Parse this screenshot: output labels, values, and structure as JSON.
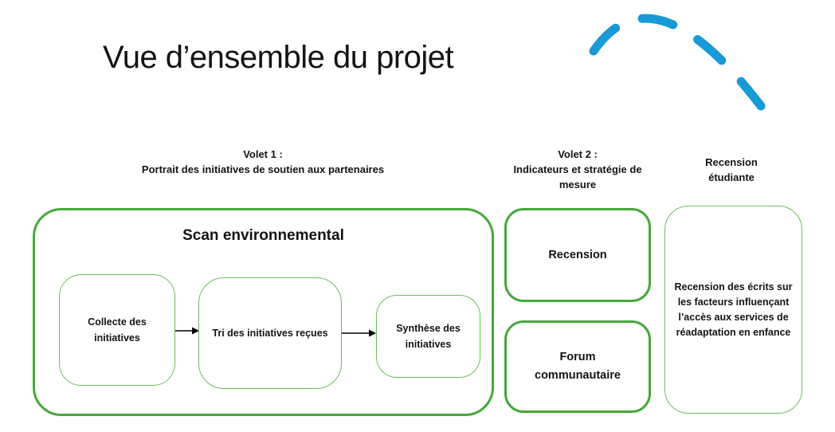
{
  "slide": {
    "title": "Vue d’ensemble du projet"
  },
  "colors": {
    "green_strong": "#46a73c",
    "green_light": "#6cbe5c",
    "arc_blue": "#189ad6",
    "text_color": "#141414"
  },
  "headers": {
    "volet1": {
      "line1": "Volet 1 :",
      "line2": "Portrait des initiatives de soutien aux partenaires"
    },
    "volet2": {
      "line1": "Volet 2 :",
      "line2": "Indicateurs et stratégie de mesure"
    },
    "recension": {
      "line1": "Recension",
      "line2": "étudiante"
    }
  },
  "volet1": {
    "container_title": "Scan environnemental",
    "steps": [
      "Collecte des initiatives",
      "Tri des initiatives reçues",
      "Synthèse des initiatives"
    ]
  },
  "volet2": {
    "boxes": [
      "Recension",
      "Forum communautaire"
    ]
  },
  "recension_etudiante": {
    "box_text": "Recension des écrits sur les facteurs influençant l’accès aux services de réadaptation en enfance"
  }
}
